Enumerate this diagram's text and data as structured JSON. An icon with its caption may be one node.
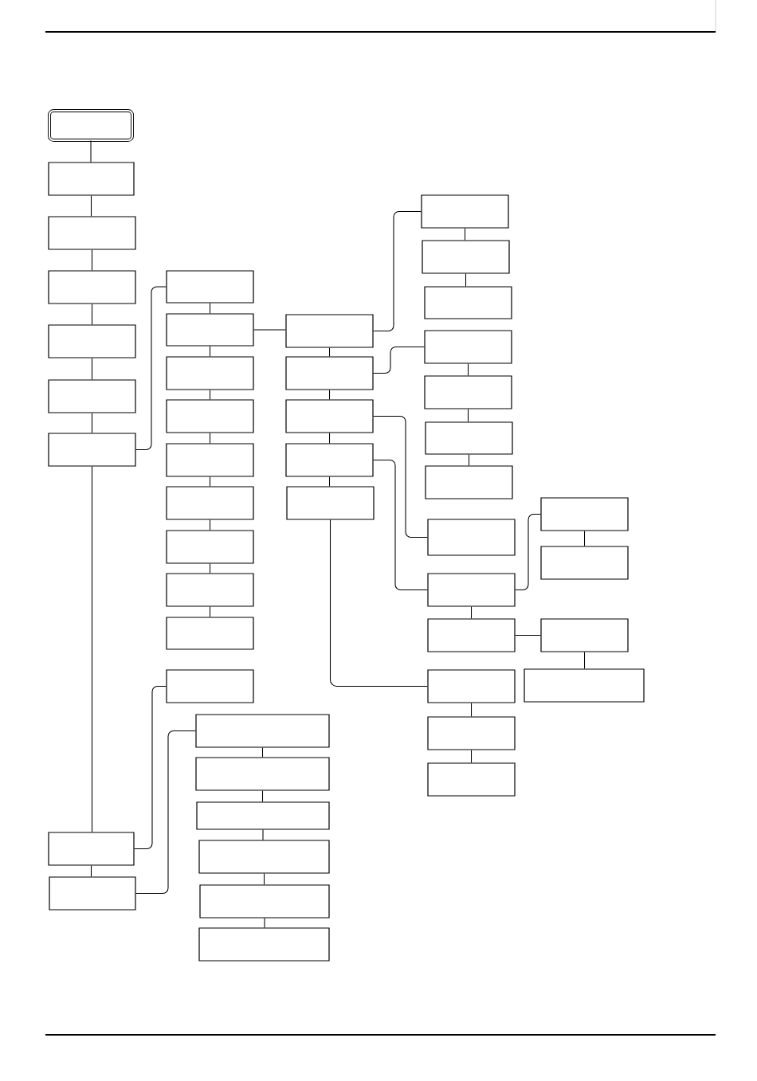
{
  "diagram": {
    "nodes": [
      {
        "text": [],
        "shape": "box"
      },
      {
        "text": [],
        "shape": "box"
      },
      {
        "text": [],
        "shape": "box"
      },
      {
        "text": [],
        "shape": "box"
      },
      {
        "text": [],
        "shape": "box"
      },
      {
        "text": [],
        "shape": "box"
      },
      {
        "text": [],
        "shape": "box"
      },
      {
        "text": [],
        "shape": "box"
      },
      {
        "text": [],
        "shape": "box"
      },
      {
        "text": [],
        "shape": "box"
      },
      {
        "text": [],
        "shape": "box"
      },
      {
        "text": [],
        "shape": "box"
      },
      {
        "text": [],
        "shape": "box"
      },
      {
        "text": [],
        "shape": "box"
      },
      {
        "text": [],
        "shape": "box"
      },
      {
        "text": [],
        "shape": "box"
      },
      {
        "text": [],
        "shape": "box"
      },
      {
        "text": [],
        "shape": "box"
      },
      {
        "text": [],
        "shape": "box"
      },
      {
        "text": [],
        "shape": "box"
      },
      {
        "text": [],
        "shape": "box"
      },
      {
        "text": [],
        "shape": "box"
      },
      {
        "text": [],
        "shape": "box"
      },
      {
        "text": [],
        "shape": "box"
      },
      {
        "text": [],
        "shape": "box"
      },
      {
        "text": [],
        "shape": "box"
      },
      {
        "text": [],
        "shape": "box"
      },
      {
        "text": [],
        "shape": "box"
      },
      {
        "text": [],
        "shape": "box"
      },
      {
        "text": [],
        "shape": "box"
      },
      {
        "text": [],
        "shape": "box"
      },
      {
        "text": [],
        "shape": "box"
      },
      {
        "text": [],
        "shape": "box"
      },
      {
        "text": [],
        "shape": "box"
      },
      {
        "text": [],
        "shape": "box"
      },
      {
        "text": [],
        "shape": "box"
      },
      {
        "text": [],
        "shape": "box"
      },
      {
        "text": [],
        "shape": "box"
      },
      {
        "text": [],
        "shape": "box"
      },
      {
        "text": [],
        "shape": "box"
      },
      {
        "text": [],
        "shape": "box"
      },
      {
        "text": [],
        "shape": "box"
      },
      {
        "text": [],
        "shape": "box"
      },
      {
        "text": [],
        "shape": "box"
      },
      {
        "text": [],
        "shape": "box"
      },
      {
        "text": [],
        "shape": "box"
      },
      {
        "text": [],
        "shape": "box"
      }
    ],
    "edges": [
      {
        "from": 0,
        "to": 1,
        "arrow": "none"
      },
      {
        "from": 1,
        "to": 2,
        "arrow": "none"
      },
      {
        "from": 2,
        "to": 3,
        "arrow": "none"
      },
      {
        "from": 3,
        "to": 4,
        "arrow": "none"
      },
      {
        "from": 4,
        "to": 5,
        "arrow": "none"
      },
      {
        "from": 5,
        "to": 6,
        "arrow": "none"
      },
      {
        "from": 6,
        "to": 9,
        "arrow": "none"
      },
      {
        "from": 6,
        "to": 7,
        "arrow": "none"
      },
      {
        "from": 7,
        "to": 8,
        "arrow": "none"
      },
      {
        "from": 7,
        "to": 18,
        "arrow": "none"
      },
      {
        "from": 8,
        "to": 19,
        "arrow": "none"
      },
      {
        "from": 9,
        "to": 10,
        "arrow": "none"
      },
      {
        "from": 10,
        "to": 11,
        "arrow": "none"
      },
      {
        "from": 11,
        "to": 12,
        "arrow": "none"
      },
      {
        "from": 12,
        "to": 13,
        "arrow": "none"
      },
      {
        "from": 13,
        "to": 14,
        "arrow": "none"
      },
      {
        "from": 14,
        "to": 15,
        "arrow": "none"
      },
      {
        "from": 15,
        "to": 16,
        "arrow": "none"
      },
      {
        "from": 16,
        "to": 17,
        "arrow": "none"
      },
      {
        "from": 10,
        "to": 25,
        "arrow": "none"
      },
      {
        "from": 19,
        "to": 20,
        "arrow": "none"
      },
      {
        "from": 20,
        "to": 21,
        "arrow": "none"
      },
      {
        "from": 21,
        "to": 22,
        "arrow": "none"
      },
      {
        "from": 22,
        "to": 23,
        "arrow": "none"
      },
      {
        "from": 23,
        "to": 24,
        "arrow": "none"
      },
      {
        "from": 25,
        "to": 26,
        "arrow": "none"
      },
      {
        "from": 26,
        "to": 27,
        "arrow": "none"
      },
      {
        "from": 27,
        "to": 28,
        "arrow": "none"
      },
      {
        "from": 28,
        "to": 29,
        "arrow": "none"
      },
      {
        "from": 25,
        "to": 30,
        "arrow": "none"
      },
      {
        "from": 30,
        "to": 31,
        "arrow": "none"
      },
      {
        "from": 31,
        "to": 32,
        "arrow": "none"
      },
      {
        "from": 26,
        "to": 33,
        "arrow": "none"
      },
      {
        "from": 33,
        "to": 34,
        "arrow": "none"
      },
      {
        "from": 34,
        "to": 35,
        "arrow": "none"
      },
      {
        "from": 35,
        "to": 36,
        "arrow": "none"
      },
      {
        "from": 27,
        "to": 37,
        "arrow": "none"
      },
      {
        "from": 28,
        "to": 38,
        "arrow": "none"
      },
      {
        "from": 38,
        "to": 43,
        "arrow": "none"
      },
      {
        "from": 43,
        "to": 44,
        "arrow": "none"
      },
      {
        "from": 38,
        "to": 39,
        "arrow": "none"
      },
      {
        "from": 39,
        "to": 45,
        "arrow": "none"
      },
      {
        "from": 45,
        "to": 46,
        "arrow": "none"
      },
      {
        "from": 29,
        "to": 40,
        "arrow": "none"
      },
      {
        "from": 40,
        "to": 41,
        "arrow": "none"
      },
      {
        "from": 41,
        "to": 42,
        "arrow": "none"
      }
    ]
  }
}
